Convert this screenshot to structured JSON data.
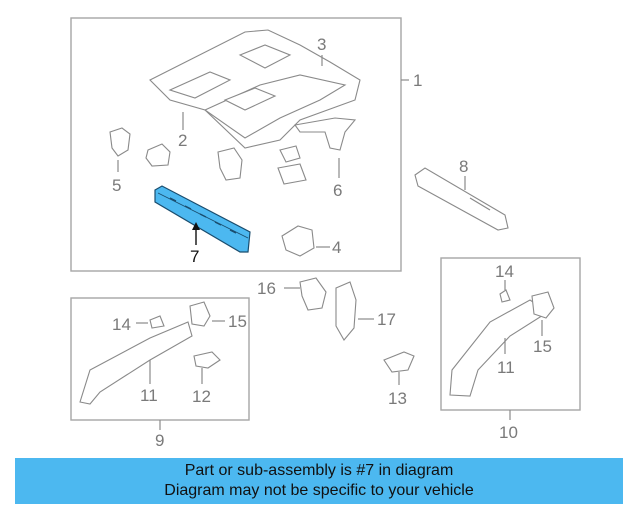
{
  "diagram": {
    "highlight_color": "#4cb8f0",
    "callouts": {
      "c1": "1",
      "c2": "2",
      "c3": "3",
      "c4": "4",
      "c5": "5",
      "c6": "6",
      "c7": "7",
      "c8": "8",
      "c9": "9",
      "c10": "10",
      "c11a": "11",
      "c11b": "11",
      "c12": "12",
      "c13": "13",
      "c14a": "14",
      "c14b": "14",
      "c15a": "15",
      "c15b": "15",
      "c16": "16",
      "c17": "17"
    }
  },
  "banner": {
    "line1": "Part or sub-assembly is #7 in diagram",
    "line2": "Diagram may not be specific to your vehicle"
  }
}
